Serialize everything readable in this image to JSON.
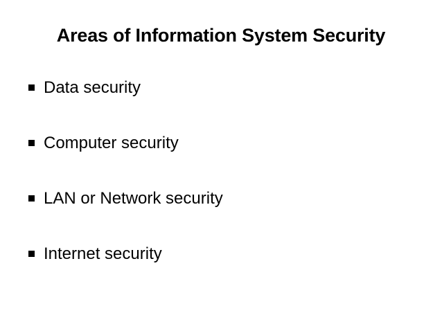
{
  "slide": {
    "title": "Areas of Information System Security",
    "bullets": [
      "Data security",
      "Computer security",
      "LAN or Network security",
      "Internet security"
    ],
    "bullet_icon": "black-square",
    "colors": {
      "background": "#ffffff",
      "text": "#000000"
    }
  }
}
